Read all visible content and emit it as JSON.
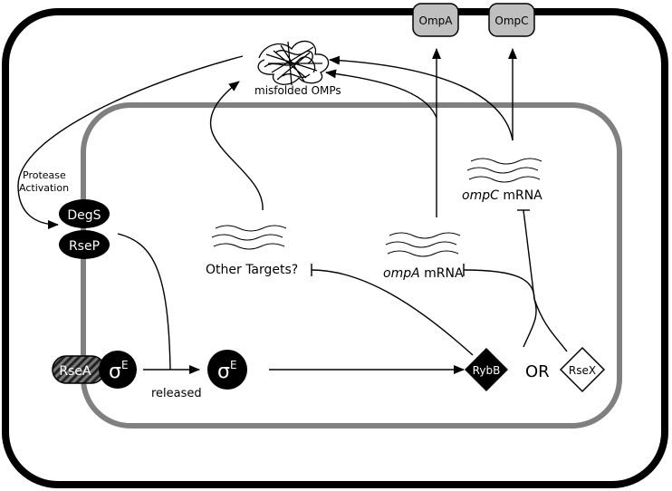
{
  "labels": {
    "misfolded": "misfolded OMPs",
    "protease_line1": "Protease",
    "protease_line2": "Activation",
    "degs": "DegS",
    "rsep": "RseP",
    "rsea": "RseA",
    "sigma": "σ",
    "sigma_sup": "E",
    "released": "released",
    "other_targets": "Other Targets?",
    "ompa_gene": "ompA",
    "ompc_gene": "ompC",
    "mrna": "mRNA",
    "rybb": "RybB",
    "or": "OR",
    "rsex": "RseX",
    "ompa_protein": "OmpA",
    "ompc_protein": "OmpC"
  },
  "colors": {
    "outer_membrane": "#000000",
    "inner_membrane": "#808080",
    "protein_box": "#bfbfbf",
    "node_fill": "#000000"
  }
}
